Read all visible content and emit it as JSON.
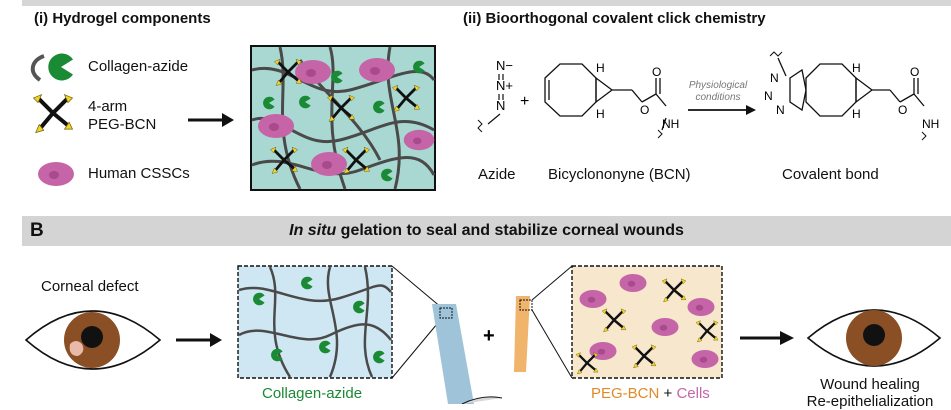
{
  "panel_a": {
    "section_i_title": "(i) Hydrogel components",
    "section_ii_title": "(ii) Bioorthogonal covalent click chemistry",
    "legend": {
      "collagen_azide": "Collagen-azide",
      "peg_bcn_line1": "4-arm",
      "peg_bcn_line2": "PEG-BCN",
      "cells": "Human CSSCs"
    },
    "reaction": {
      "azide_label": "Azide",
      "bcn_label": "Bicyclononyne (BCN)",
      "product_label": "Covalent bond",
      "condition_line1": "Physiological",
      "condition_line2": "conditions",
      "plus": "+",
      "atom_n": "N",
      "atom_n_plus": "N+",
      "atom_n_minus": "N−",
      "atom_h": "H",
      "atom_o": "O",
      "atom_nh": "NH"
    }
  },
  "panel_b": {
    "letter": "B",
    "title_italic": "In situ",
    "title_rest": " gelation to seal and stabilize corneal wounds",
    "corneal_defect": "Corneal defect",
    "collagen_label": "Collagen-azide",
    "peg_label": "PEG-BCN",
    "plus_cells": " + ",
    "cells_label": "Cells",
    "plus": "+",
    "outcome_line1": "Wound healing",
    "outcome_line2": "Re-epithelialization"
  },
  "colors": {
    "green": "#1a8a35",
    "pink": "#c565a8",
    "orange": "#e08a2a",
    "light_teal": "#a9d8d3",
    "light_blue": "#cfe7f2",
    "light_peach": "#f7e7cc",
    "banner_gray": "#d4d4d4",
    "yellow": "#f2d22c",
    "iris_brown": "#8a4f24"
  }
}
